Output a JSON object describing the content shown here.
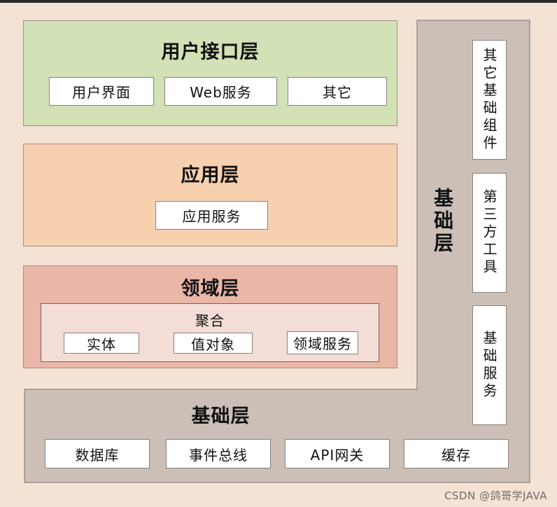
{
  "user_interface_layer": {
    "title": "用户接口层",
    "items": [
      "用户界面",
      "Web服务",
      "其它"
    ]
  },
  "application_layer": {
    "title": "应用层",
    "items": [
      "应用服务"
    ]
  },
  "domain_layer": {
    "title": "领域层",
    "aggregate": {
      "label": "聚合",
      "items": [
        "实体",
        "值对象",
        "领域服务"
      ]
    }
  },
  "infrastructure_layer": {
    "title": "基础层",
    "side_title": "基础层",
    "bottom_items": [
      "数据库",
      "事件总线",
      "API网关",
      "缓存"
    ],
    "side_items": [
      "其它基础组件",
      "第三方工具",
      "基础服务"
    ]
  },
  "colors": {
    "background": "#f4e2d5",
    "user_interface_layer": "#d3e1b6",
    "application_layer": "#f7d0b0",
    "domain_layer": "#e9b6a8",
    "infrastructure_layer": "#cbbfb8"
  },
  "watermark": "CSDN @鸽哥学JAVA"
}
